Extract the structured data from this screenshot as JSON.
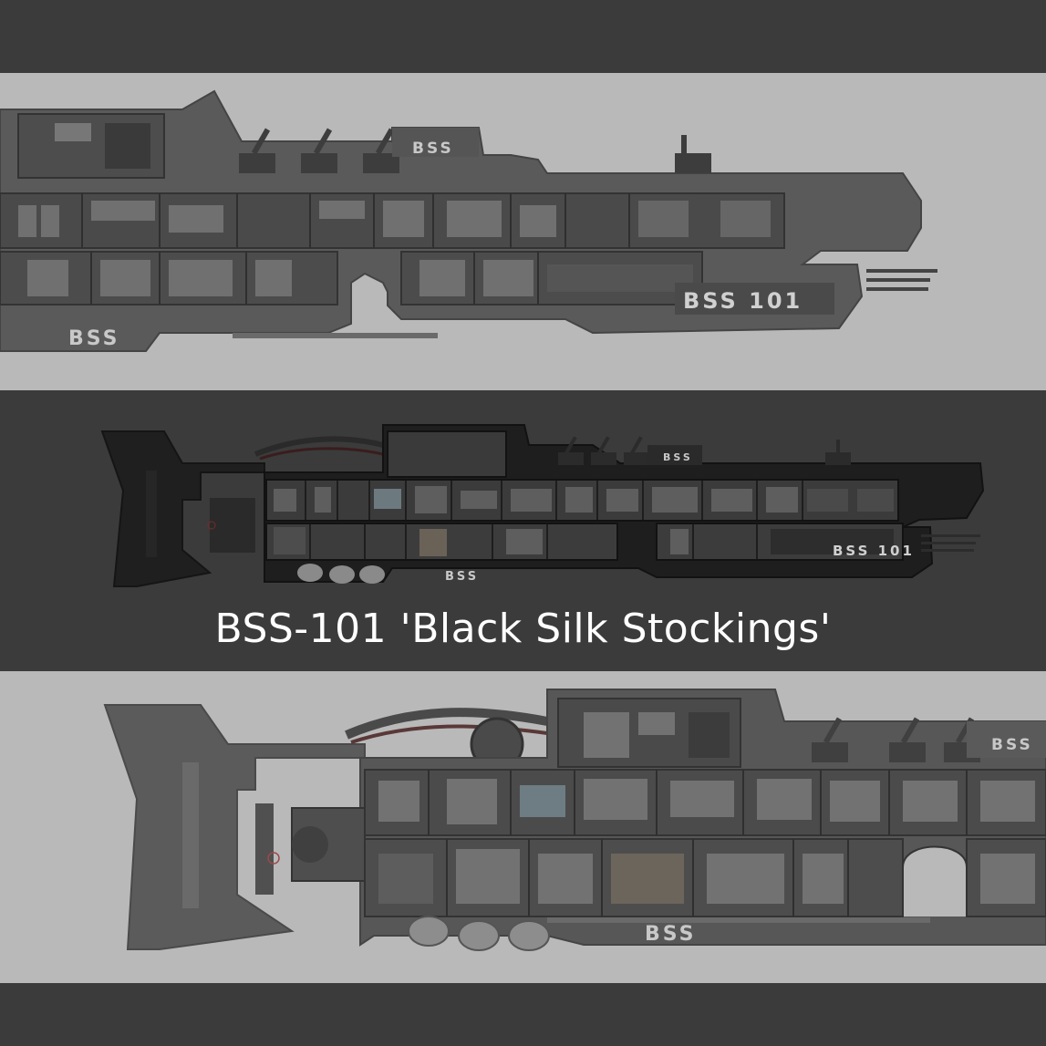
{
  "title": "BSS-101 'Black Silk Stockings'",
  "ship": {
    "hull_marking_small": "BSS",
    "hull_marking_full": "BSS 101"
  },
  "colors": {
    "background_dark": "#3b3b3b",
    "panel_light": "#b9b9b9",
    "hull_dark": "#1f1f1f",
    "hull_faded": "#5a5a5a",
    "title_text": "#ffffff"
  }
}
